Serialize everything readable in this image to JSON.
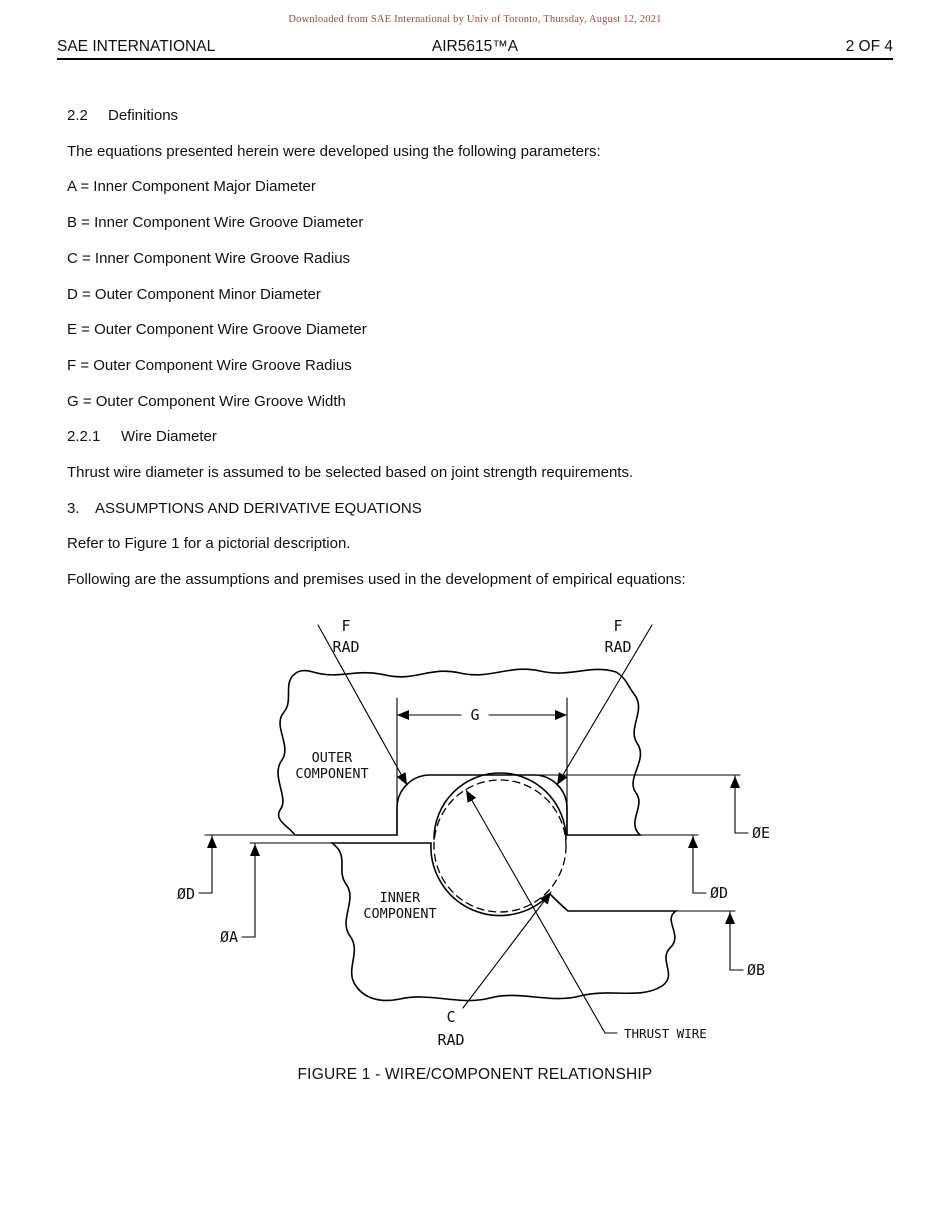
{
  "stamp": "Downloaded from SAE International by Univ of Toronto, Thursday, August 12, 2021",
  "colors": {
    "stamp_text": "#9a4a45",
    "ink": "#111111"
  },
  "header": {
    "left": "SAE INTERNATIONAL",
    "center": "AIR5615™A",
    "right": "2 OF 4"
  },
  "body": {
    "sec22": {
      "num": "2.2",
      "title": "Definitions"
    },
    "intro": "The equations presented herein were developed using the following parameters:",
    "params": [
      "A = Inner Component Major Diameter",
      "B = Inner Component Wire Groove Diameter",
      "C = Inner Component Wire Groove Radius",
      "D = Outer Component Minor Diameter",
      "E = Outer Component Wire Groove Diameter",
      "F = Outer Component Wire Groove Radius",
      "G = Outer Component Wire Groove Width"
    ],
    "sec221": {
      "num": "2.2.1",
      "title": "Wire Diameter"
    },
    "wire_diameter_text": "Thrust wire diameter is assumed to be selected based on joint strength requirements.",
    "sec3": {
      "num": "3.",
      "title": "ASSUMPTIONS AND DERIVATIVE EQUATIONS"
    },
    "refer_text": "Refer to Figure 1 for a pictorial description.",
    "following_text": "Following are the assumptions and premises used in the development of empirical equations:"
  },
  "figure": {
    "caption": "FIGURE 1 - WIRE/COMPONENT RELATIONSHIP",
    "labels": {
      "f": "F",
      "rad": "RAD",
      "g": "G",
      "outer_line1": "OUTER",
      "outer_line2": "COMPONENT",
      "inner_line1": "INNER",
      "inner_line2": "COMPONENT",
      "dia_e": "ØE",
      "dia_d": "ØD",
      "dia_a": "ØA",
      "dia_b": "ØB",
      "c": "C",
      "thrust_wire": "THRUST WIRE"
    }
  }
}
